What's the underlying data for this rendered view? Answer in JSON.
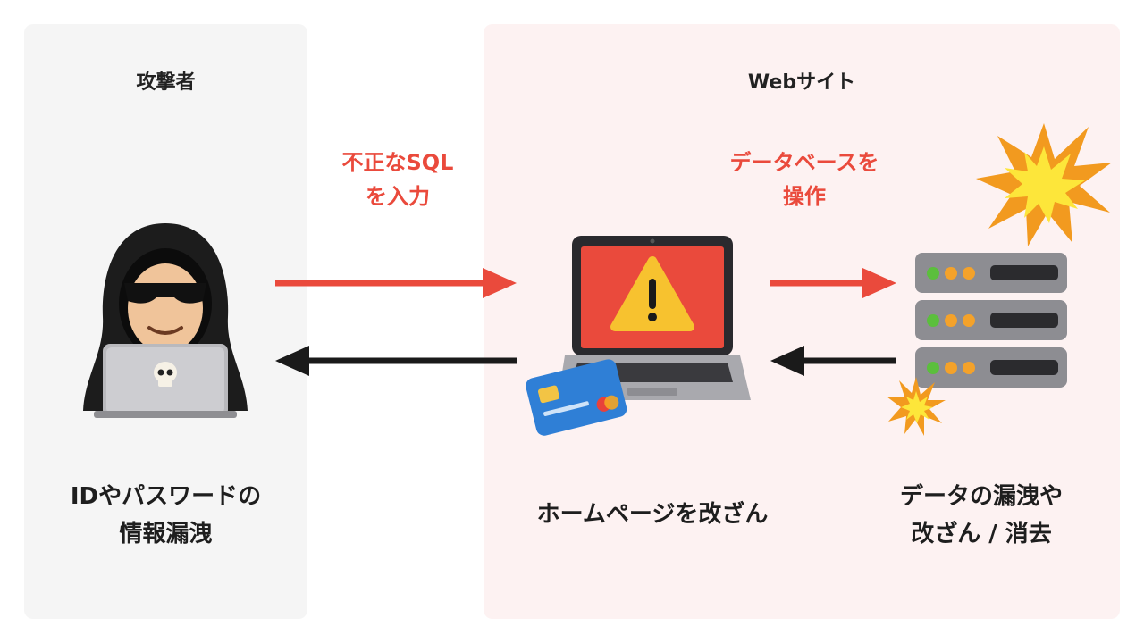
{
  "panels": {
    "attacker": {
      "title": "攻撃者",
      "caption_line1": "IDやパスワードの",
      "caption_line2": "情報漏洩"
    },
    "website": {
      "title": "Webサイト"
    }
  },
  "arrows": {
    "sql_injection": {
      "line1": "不正なSQL",
      "line2": "を入力"
    },
    "db_operation": {
      "line1": "データベースを",
      "line2": "操作"
    }
  },
  "captions": {
    "homepage": "ホームページを改ざん",
    "data_line1": "データの漏洩や",
    "data_line2": "改ざん / 消去"
  },
  "icons": {
    "attacker": "hooded-hacker-icon",
    "laptop": "laptop-warning-icon",
    "card": "credit-card-icon",
    "server": "server-rack-icon",
    "explosion": "explosion-icon"
  },
  "colors": {
    "attacker_panel": "#f5f5f5",
    "website_panel": "#fdf2f2",
    "accent_red": "#ea4a3c",
    "arrow_black": "#1a1a1a"
  }
}
